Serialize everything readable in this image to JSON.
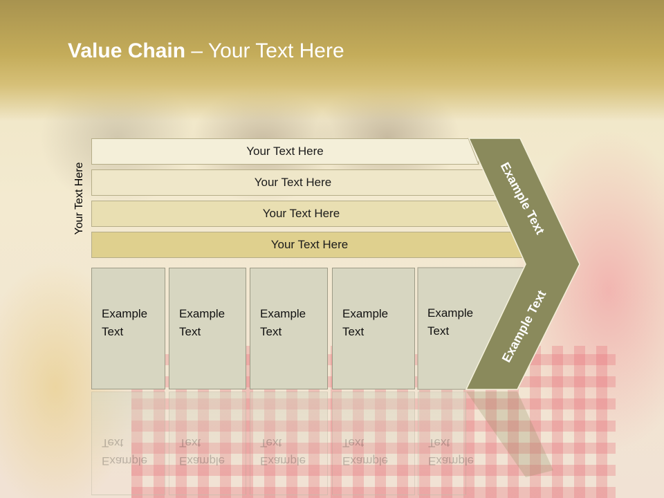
{
  "title": {
    "bold": "Value Chain",
    "rest": " – Your Text Here"
  },
  "side_label": "Your Text Here",
  "rows": [
    {
      "label": "Your Text Here"
    },
    {
      "label": "Your Text Here"
    },
    {
      "label": "Your Text Here"
    },
    {
      "label": "Your Text Here"
    }
  ],
  "cells": [
    {
      "line1": "Example",
      "line2": "Text"
    },
    {
      "line1": "Example",
      "line2": "Text"
    },
    {
      "line1": "Example",
      "line2": "Text"
    },
    {
      "line1": "Example",
      "line2": "Text"
    },
    {
      "line1": "Example",
      "line2": "Text"
    }
  ],
  "chevron": {
    "top_text": "Example Text",
    "bottom_text": "Example Text"
  },
  "colors": {
    "header": "#c4ac5a",
    "chevron": "#8a8a5c",
    "row_shades": [
      "#f4efd9",
      "#efe7c9",
      "#e9dfb2",
      "#dfd08e"
    ],
    "cell": "#d7d6c1"
  }
}
